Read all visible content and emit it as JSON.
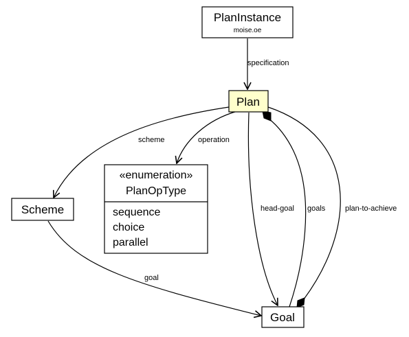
{
  "diagram": {
    "nodes": {
      "plan_instance": {
        "title": "PlanInstance",
        "package": "moise.oe"
      },
      "plan": {
        "title": "Plan"
      },
      "scheme": {
        "title": "Scheme"
      },
      "goal": {
        "title": "Goal"
      },
      "plan_op_type": {
        "stereotype": "«enumeration»",
        "title": "PlanOpType",
        "literals": [
          "sequence",
          "choice",
          "parallel"
        ]
      }
    },
    "edges": {
      "specification": "specification",
      "scheme": "scheme",
      "operation": "operation",
      "head_goal": "head-goal",
      "goals": "goals",
      "plan_to_achieve": "plan-to-achieve",
      "goal": "goal"
    },
    "colors": {
      "plan_fill": "#ffffcc",
      "node_fill": "#ffffff",
      "stroke": "#000000"
    }
  }
}
